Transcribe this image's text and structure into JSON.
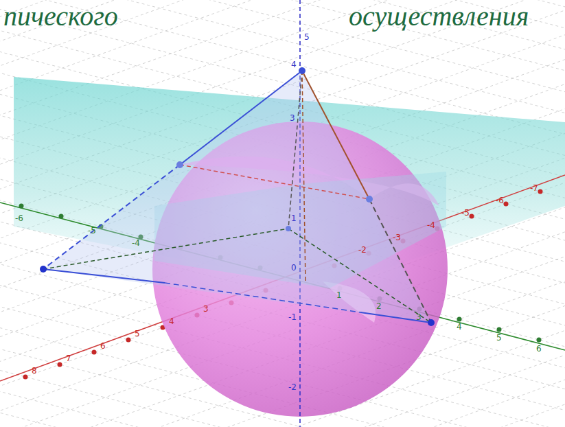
{
  "diagram": {
    "labels": [
      "пического",
      "осуществления",
      "5",
      "4",
      "3",
      "1",
      "0",
      "-1",
      "-2",
      "-6",
      "-5",
      "-4",
      "1",
      "2",
      "3",
      "4",
      "5",
      "6",
      "3",
      "4",
      "5",
      "6",
      "7",
      "8",
      "-2",
      "-3",
      "-4",
      "-5",
      "-6",
      "-7"
    ]
  }
}
